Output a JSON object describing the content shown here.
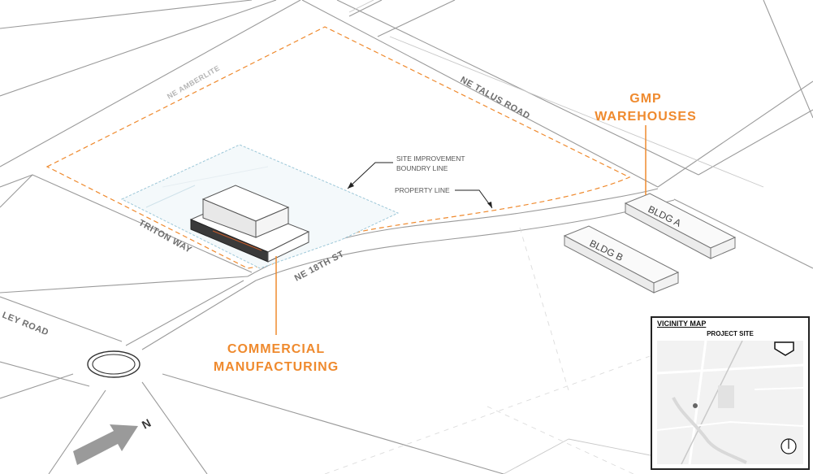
{
  "streets": {
    "ne_amberlite": "NE AMBERLITE",
    "ne_talus_road": "NE TALUS ROAD",
    "triton_way": "TRITON WAY",
    "ne_18th_st": "NE 18TH ST",
    "valley_road": "LEY ROAD"
  },
  "callouts": {
    "gmp_line1": "GMP",
    "gmp_line2": "WAREHOUSES",
    "commercial_line1": "COMMERCIAL",
    "commercial_line2": "MANUFACTURING",
    "site_improvement_line1": "SITE IMPROVEMENT",
    "site_improvement_line2": "BOUNDRY LINE",
    "property_line": "PROPERTY LINE"
  },
  "buildings": {
    "bldg_a": "BLDG A",
    "bldg_b": "BLDG B"
  },
  "north_arrow_label": "N",
  "vicinity_map": {
    "title": "VICINITY MAP",
    "subtitle": "PROJECT SITE"
  },
  "colors": {
    "accent_orange": "#ef8a2e",
    "site_boundary": "#9cc7d8",
    "road_stroke": "#9a9a9a"
  }
}
